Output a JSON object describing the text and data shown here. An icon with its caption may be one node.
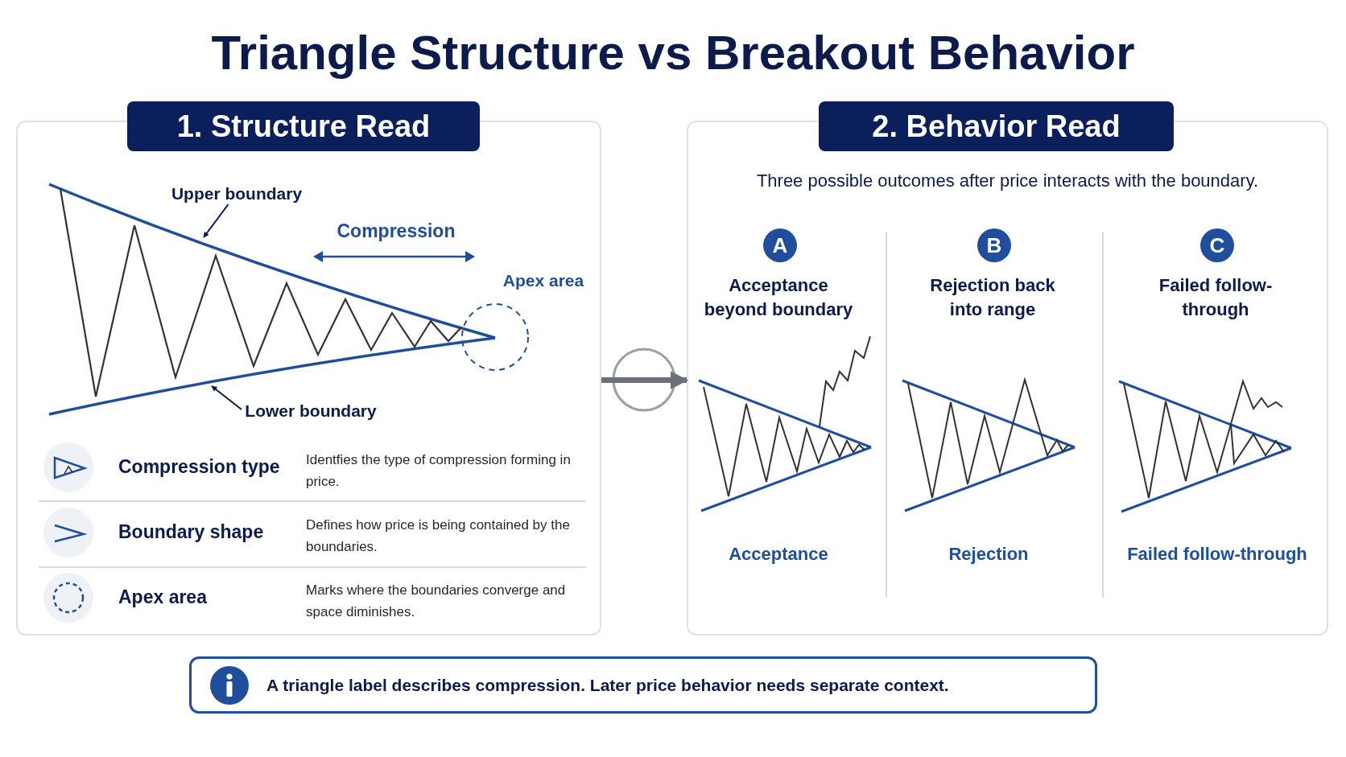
{
  "diagram": {
    "title": "Triangle Structure vs Breakout Behavior",
    "nodes": [
      {
        "text": [
          "1. Structure Read"
        ]
      },
      {
        "text": [
          "Upper boundary"
        ],
        "in": 0
      },
      {
        "text": [
          "Lower boundary"
        ],
        "in": 0
      },
      {
        "text": [
          "2. Behavior Read",
          "Three possible outcomes after price interacts with the boundary."
        ]
      },
      {
        "text": [
          "A"
        ],
        "in": 3
      },
      {
        "text": [
          "B"
        ],
        "in": 3
      },
      {
        "text": [
          "C"
        ],
        "in": 3
      },
      {
        "text": [
          "A triangle label describes compression. Later price behavior needs separate context."
        ]
      }
    ],
    "edges": [
      {
        "from": 0,
        "to": 3,
        "arrow": "to",
        "style": "thick",
        "color": "#6b7079"
      },
      {
        "from": 1,
        "to": null,
        "arrow": "to"
      },
      {
        "from": 2,
        "to": null,
        "arrow": "to"
      }
    ],
    "labels": [
      "Compression",
      "Apex area",
      "Compression type",
      "Identfies the type of compression forming in price.",
      "Boundary shape",
      "Defines how price is being contained by the boundaries.",
      "Apex area",
      "Marks where the boundaries converge and space diminishes.",
      "Acceptance beyond boundary",
      "Rejection back into range",
      "Failed follow-through",
      "Acceptance",
      "Rejection",
      "Failed follow-through"
    ]
  }
}
